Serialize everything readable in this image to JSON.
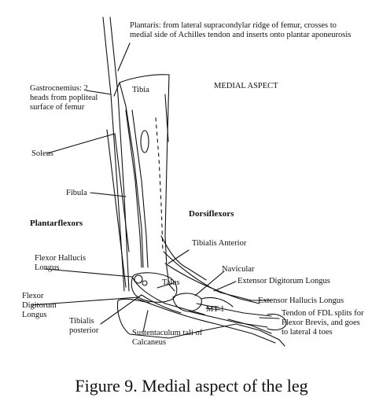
{
  "figure": {
    "caption": "Figure 9. Medial aspect of the leg",
    "heading": "MEDIAL ASPECT",
    "labels": {
      "plantaris": "Plantaris:  from lateral supracondylar ridge of femur, crosses to medial side of Achilles tendon and inserts onto plantar aponeurosis",
      "gastrocnemius": "Gastrocnemius: 2 heads from popliteal surface of femur",
      "tibia": "Tibia",
      "soleus": "Soleus",
      "fibula": "Fibula",
      "dorsiflexors": "Dorsiflexors",
      "plantarflexors": "Plantarflexors",
      "tibialis_anterior": "Tibialis Anterior",
      "flexor_hallucis_longus": "Flexor Hallucis Longus",
      "navicular": "Navicular",
      "talus": "Talus",
      "extensor_digitorum_longus": "Extensor Digitorum Longus",
      "flexor_digitorum_longus": "Flexor Digitorum Longus",
      "extensor_hallucis_longus": "Extensor  Hallucis Longus",
      "mt1": "MT 1",
      "tendon_fdl": "Tendon of FDL splits for Flexor Brevis, and goes to lateral 4 toes",
      "tibialis_posterior": "Tibialis posterior",
      "sustentaculum": "Sustentaculum tali of Calcaneus"
    }
  }
}
